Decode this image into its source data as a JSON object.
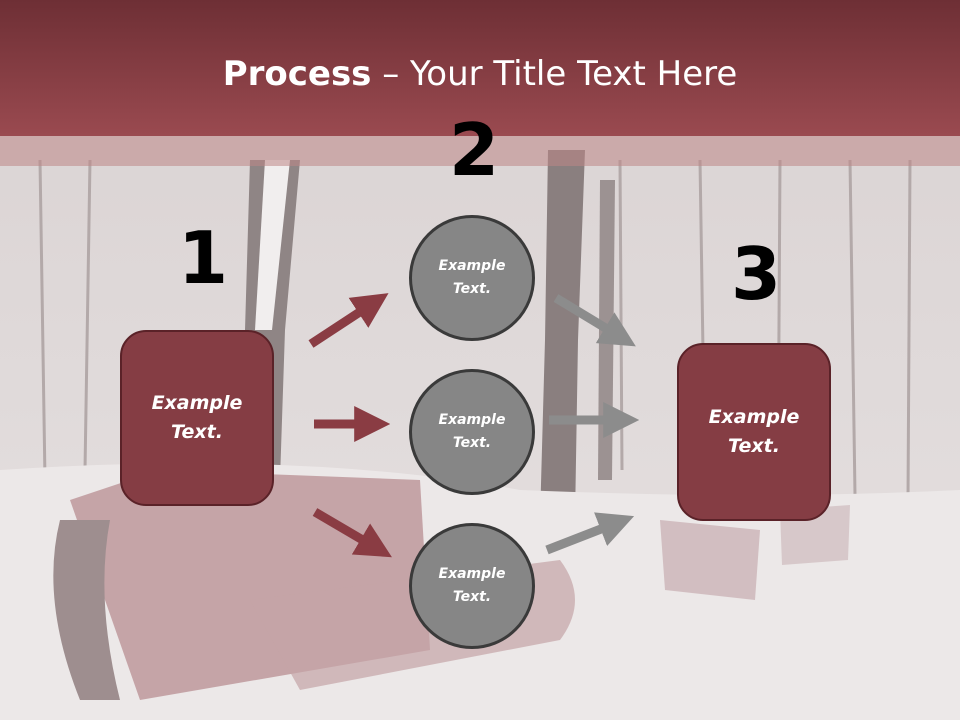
{
  "title": {
    "bold": "Process",
    "rest": " – Your Title Text Here"
  },
  "step_numbers": [
    "1",
    "2",
    "3"
  ],
  "left_box": {
    "text": "Example\nText."
  },
  "circles": [
    {
      "text": "Example\nText."
    },
    {
      "text": "Example\nText."
    },
    {
      "text": "Example\nText."
    }
  ],
  "right_box": {
    "text": "Example\nText."
  },
  "colors": {
    "header": "#8e4148",
    "box_fill": "#853d44",
    "box_border": "#5a2228",
    "circle_fill": "#868686",
    "circle_border": "#3a3a3a",
    "arrow_red": "#8a3c43",
    "arrow_gray": "#8c8c8c"
  }
}
